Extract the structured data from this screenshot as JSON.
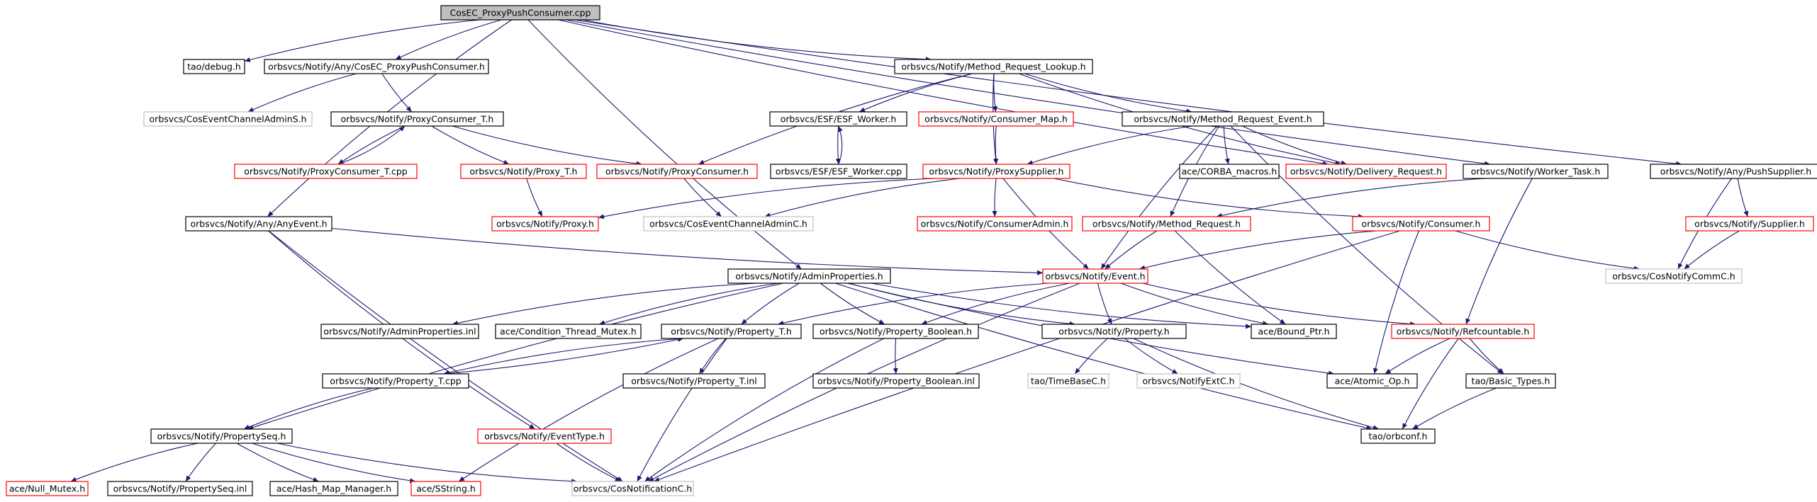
{
  "colors": {
    "edge": "#191970",
    "background": "#ffffff",
    "border_normal": "#000000",
    "border_linked": "#ff0000",
    "border_external": "#c0c0c0",
    "fill_root": "#bfbfbf",
    "fill_normal": "#ffffff"
  },
  "nodes": [
    {
      "id": "root",
      "label": "CosEC_ProxyPushConsumer.cpp",
      "kind": "root"
    },
    {
      "id": "debug",
      "label": "tao/debug.h",
      "kind": "normal"
    },
    {
      "id": "any_cosec",
      "label": "orbsvcs/Notify/Any/CosEC_ProxyPushConsumer.h",
      "kind": "normal"
    },
    {
      "id": "mrl",
      "label": "orbsvcs/Notify/Method_Request_Lookup.h",
      "kind": "normal"
    },
    {
      "id": "cosecadmins",
      "label": "orbsvcs/CosEventChannelAdminS.h",
      "kind": "external"
    },
    {
      "id": "proxyconsumer_t",
      "label": "orbsvcs/Notify/ProxyConsumer_T.h",
      "kind": "normal"
    },
    {
      "id": "esf_worker",
      "label": "orbsvcs/ESF/ESF_Worker.h",
      "kind": "normal"
    },
    {
      "id": "consumer_map",
      "label": "orbsvcs/Notify/Consumer_Map.h",
      "kind": "linked"
    },
    {
      "id": "mre",
      "label": "orbsvcs/Notify/Method_Request_Event.h",
      "kind": "normal"
    },
    {
      "id": "proxyconsumer_tcpp",
      "label": "orbsvcs/Notify/ProxyConsumer_T.cpp",
      "kind": "linked"
    },
    {
      "id": "proxy_t",
      "label": "orbsvcs/Notify/Proxy_T.h",
      "kind": "linked"
    },
    {
      "id": "proxyconsumer",
      "label": "orbsvcs/Notify/ProxyConsumer.h",
      "kind": "linked"
    },
    {
      "id": "esf_workercpp",
      "label": "orbsvcs/ESF/ESF_Worker.cpp",
      "kind": "normal"
    },
    {
      "id": "proxysupplier",
      "label": "orbsvcs/Notify/ProxySupplier.h",
      "kind": "linked"
    },
    {
      "id": "corba_macros",
      "label": "ace/CORBA_macros.h",
      "kind": "normal"
    },
    {
      "id": "delivery_request",
      "label": "orbsvcs/Notify/Delivery_Request.h",
      "kind": "linked"
    },
    {
      "id": "worker_task",
      "label": "orbsvcs/Notify/Worker_Task.h",
      "kind": "normal"
    },
    {
      "id": "any_pushsupplier",
      "label": "orbsvcs/Notify/Any/PushSupplier.h",
      "kind": "normal"
    },
    {
      "id": "proxy",
      "label": "orbsvcs/Notify/Proxy.h",
      "kind": "linked"
    },
    {
      "id": "cosecadminc",
      "label": "orbsvcs/CosEventChannelAdminC.h",
      "kind": "external"
    },
    {
      "id": "consumeradmin",
      "label": "orbsvcs/Notify/ConsumerAdmin.h",
      "kind": "linked"
    },
    {
      "id": "method_request",
      "label": "orbsvcs/Notify/Method_Request.h",
      "kind": "linked"
    },
    {
      "id": "consumer",
      "label": "orbsvcs/Notify/Consumer.h",
      "kind": "linked"
    },
    {
      "id": "supplier",
      "label": "orbsvcs/Notify/Supplier.h",
      "kind": "linked"
    },
    {
      "id": "any_anyevent",
      "label": "orbsvcs/Notify/Any/AnyEvent.h",
      "kind": "normal"
    },
    {
      "id": "adminproperties",
      "label": "orbsvcs/Notify/AdminProperties.h",
      "kind": "normal"
    },
    {
      "id": "event",
      "label": "orbsvcs/Notify/Event.h",
      "kind": "linked"
    },
    {
      "id": "cosnotifycommc",
      "label": "orbsvcs/CosNotifyCommC.h",
      "kind": "external"
    },
    {
      "id": "adminprops_inl",
      "label": "orbsvcs/Notify/AdminProperties.inl",
      "kind": "normal"
    },
    {
      "id": "cond_thread_mutex",
      "label": "ace/Condition_Thread_Mutex.h",
      "kind": "normal"
    },
    {
      "id": "property_t",
      "label": "orbsvcs/Notify/Property_T.h",
      "kind": "normal"
    },
    {
      "id": "property_boolean",
      "label": "orbsvcs/Notify/Property_Boolean.h",
      "kind": "normal"
    },
    {
      "id": "property",
      "label": "orbsvcs/Notify/Property.h",
      "kind": "normal"
    },
    {
      "id": "bound_ptr",
      "label": "ace/Bound_Ptr.h",
      "kind": "normal"
    },
    {
      "id": "refcountable",
      "label": "orbsvcs/Notify/Refcountable.h",
      "kind": "linked"
    },
    {
      "id": "property_tcpp",
      "label": "orbsvcs/Notify/Property_T.cpp",
      "kind": "normal"
    },
    {
      "id": "property_tinl",
      "label": "orbsvcs/Notify/Property_T.inl",
      "kind": "normal"
    },
    {
      "id": "property_boolean_inl",
      "label": "orbsvcs/Notify/Property_Boolean.inl",
      "kind": "normal"
    },
    {
      "id": "timebasec",
      "label": "tao/TimeBaseC.h",
      "kind": "external"
    },
    {
      "id": "notifyextc",
      "label": "orbsvcs/NotifyExtC.h",
      "kind": "external"
    },
    {
      "id": "atomic_op",
      "label": "ace/Atomic_Op.h",
      "kind": "normal"
    },
    {
      "id": "basic_types",
      "label": "tao/Basic_Types.h",
      "kind": "normal"
    },
    {
      "id": "propertyseq",
      "label": "orbsvcs/Notify/PropertySeq.h",
      "kind": "normal"
    },
    {
      "id": "eventtype",
      "label": "orbsvcs/Notify/EventType.h",
      "kind": "linked"
    },
    {
      "id": "orbconf",
      "label": "tao/orbconf.h",
      "kind": "normal"
    },
    {
      "id": "null_mutex",
      "label": "ace/Null_Mutex.h",
      "kind": "linked"
    },
    {
      "id": "propertyseq_inl",
      "label": "orbsvcs/Notify/PropertySeq.inl",
      "kind": "normal"
    },
    {
      "id": "hash_map_manager",
      "label": "ace/Hash_Map_Manager.h",
      "kind": "normal"
    },
    {
      "id": "sstring",
      "label": "ace/SString.h",
      "kind": "linked"
    },
    {
      "id": "cosnotificationc",
      "label": "orbsvcs/CosNotificationC.h",
      "kind": "external"
    }
  ],
  "edges": [
    [
      "root",
      "debug"
    ],
    [
      "root",
      "any_cosec"
    ],
    [
      "root",
      "mrl"
    ],
    [
      "root",
      "any_anyevent"
    ],
    [
      "root",
      "adminproperties"
    ],
    [
      "root",
      "worker_task"
    ],
    [
      "root",
      "any_pushsupplier"
    ],
    [
      "root",
      "delivery_request"
    ],
    [
      "any_cosec",
      "cosecadmins"
    ],
    [
      "any_cosec",
      "proxyconsumer_t"
    ],
    [
      "mrl",
      "esf_worker"
    ],
    [
      "mrl",
      "consumer_map"
    ],
    [
      "mrl",
      "mre"
    ],
    [
      "mrl",
      "proxysupplier"
    ],
    [
      "mrl",
      "proxyconsumer"
    ],
    [
      "mrl",
      "delivery_request"
    ],
    [
      "proxyconsumer_t",
      "proxyconsumer_tcpp"
    ],
    [
      "proxyconsumer_tcpp",
      "proxyconsumer_t"
    ],
    [
      "proxyconsumer_t",
      "proxy_t"
    ],
    [
      "proxyconsumer_t",
      "proxyconsumer"
    ],
    [
      "esf_worker",
      "esf_workercpp"
    ],
    [
      "esf_workercpp",
      "esf_worker"
    ],
    [
      "consumer_map",
      "proxysupplier"
    ],
    [
      "mre",
      "proxysupplier"
    ],
    [
      "mre",
      "corba_macros"
    ],
    [
      "mre",
      "delivery_request"
    ],
    [
      "mre",
      "method_request"
    ],
    [
      "mre",
      "event"
    ],
    [
      "mre",
      "basic_types"
    ],
    [
      "proxy_t",
      "proxy"
    ],
    [
      "proxyconsumer",
      "cosecadminc"
    ],
    [
      "proxysupplier",
      "proxy"
    ],
    [
      "proxysupplier",
      "cosecadminc"
    ],
    [
      "proxysupplier",
      "consumeradmin"
    ],
    [
      "proxysupplier",
      "consumer"
    ],
    [
      "proxysupplier",
      "event"
    ],
    [
      "worker_task",
      "method_request"
    ],
    [
      "worker_task",
      "refcountable"
    ],
    [
      "any_pushsupplier",
      "supplier"
    ],
    [
      "any_pushsupplier",
      "cosnotifycommc"
    ],
    [
      "method_request",
      "event"
    ],
    [
      "method_request",
      "bound_ptr"
    ],
    [
      "consumer",
      "event"
    ],
    [
      "consumer",
      "cosnotifycommc"
    ],
    [
      "consumer",
      "atomic_op"
    ],
    [
      "consumer",
      "cosnotificationc"
    ],
    [
      "supplier",
      "cosnotifycommc"
    ],
    [
      "any_anyevent",
      "event"
    ],
    [
      "any_anyevent",
      "eventtype"
    ],
    [
      "any_anyevent",
      "cosnotificationc"
    ],
    [
      "adminproperties",
      "adminprops_inl"
    ],
    [
      "adminproperties",
      "cond_thread_mutex"
    ],
    [
      "adminproperties",
      "property_t"
    ],
    [
      "adminproperties",
      "property_boolean"
    ],
    [
      "adminproperties",
      "property"
    ],
    [
      "adminproperties",
      "bound_ptr"
    ],
    [
      "adminproperties",
      "atomic_op"
    ],
    [
      "adminproperties",
      "orbconf"
    ],
    [
      "adminproperties",
      "propertyseq"
    ],
    [
      "event",
      "property_t"
    ],
    [
      "event",
      "property_boolean"
    ],
    [
      "event",
      "property"
    ],
    [
      "event",
      "refcountable"
    ],
    [
      "event",
      "bound_ptr"
    ],
    [
      "event",
      "cosnotificationc"
    ],
    [
      "property_t",
      "property_tcpp"
    ],
    [
      "property_tcpp",
      "property_t"
    ],
    [
      "property_t",
      "property_tinl"
    ],
    [
      "property_t",
      "sstring"
    ],
    [
      "property_t",
      "cosnotificationc"
    ],
    [
      "property_boolean",
      "property_boolean_inl"
    ],
    [
      "property_boolean",
      "cosnotificationc"
    ],
    [
      "property",
      "timebasec"
    ],
    [
      "property",
      "notifyextc"
    ],
    [
      "property",
      "orbconf"
    ],
    [
      "refcountable",
      "atomic_op"
    ],
    [
      "refcountable",
      "basic_types"
    ],
    [
      "refcountable",
      "orbconf"
    ],
    [
      "basic_types",
      "orbconf"
    ],
    [
      "property_tcpp",
      "propertyseq"
    ],
    [
      "propertyseq",
      "null_mutex"
    ],
    [
      "propertyseq",
      "propertyseq_inl"
    ],
    [
      "propertyseq",
      "hash_map_manager"
    ],
    [
      "propertyseq",
      "sstring"
    ],
    [
      "propertyseq",
      "cosnotificationc"
    ],
    [
      "eventtype",
      "cosnotificationc"
    ]
  ]
}
